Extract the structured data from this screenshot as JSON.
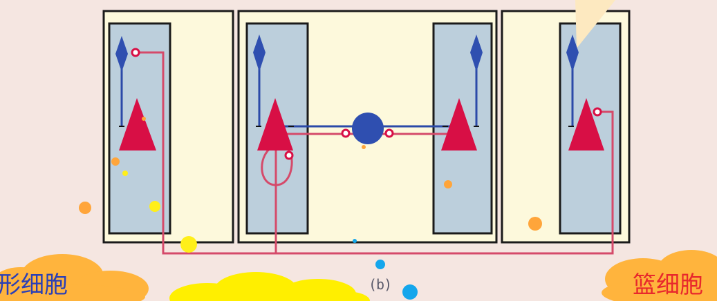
{
  "labels": {
    "left_cloud_text": "形细胞",
    "right_cloud_text": "篮细胞",
    "panel_letter": "(b)"
  },
  "colors": {
    "background": "#f5e6e1",
    "panel_fill": "#fdf9dc",
    "column_fill": "#bccfdc",
    "border": "#1a1a1a",
    "pyramidal_cell": "#d80f45",
    "dendrite_blue": "#2b4aa8",
    "axon_red": "#d54a6a",
    "interneuron": "#2f4fb0",
    "cloud_orange": "#ffb43d",
    "cloud_yellow": "#ffef00",
    "dot_cyan": "#14a6ec",
    "dot_orange": "#ffa53a",
    "dot_yellow": "#ffef1a"
  },
  "icons": [
    "pyramidal-neuron-icon",
    "interneuron-icon",
    "synapse-icon",
    "apical-dendrite-icon"
  ]
}
